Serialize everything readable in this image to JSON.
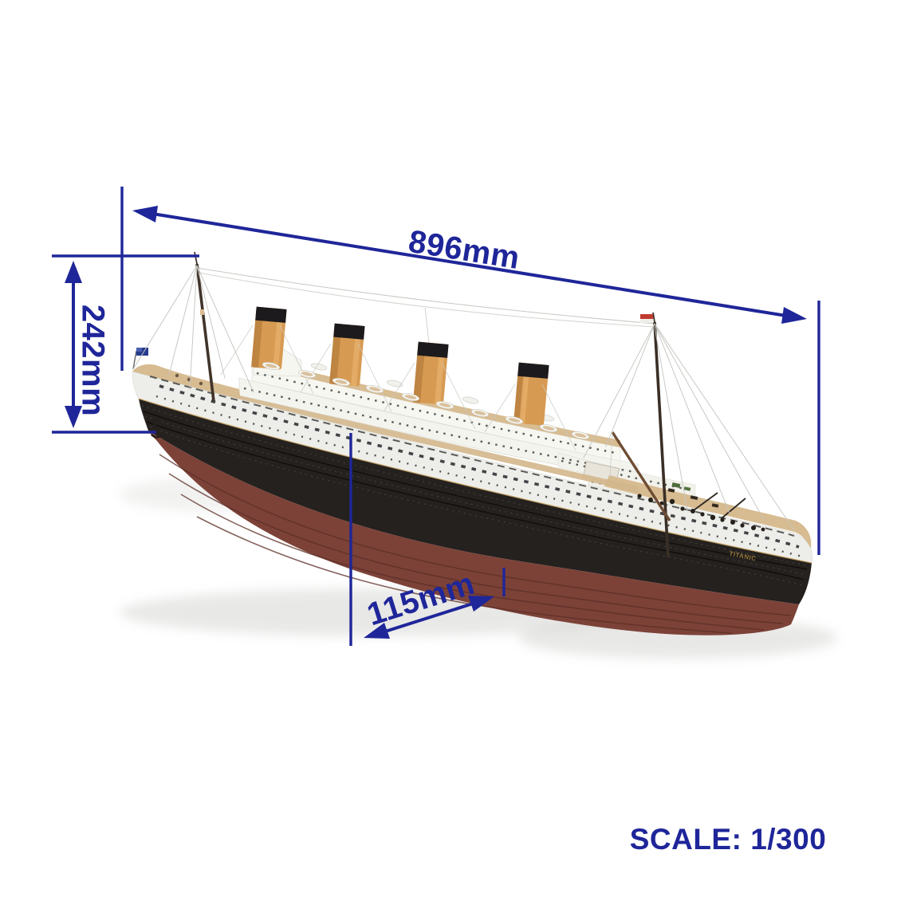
{
  "diagram": {
    "type": "product-dimension-diagram",
    "subject": "Titanic model ship",
    "labels": {
      "length": "896mm",
      "height": "242mm",
      "beam": "115mm",
      "scale": "SCALE: 1/300"
    },
    "ship": {
      "hull_name": "TITANIC"
    },
    "colors": {
      "background": "#ffffff",
      "annotation_blue": "#1f2699",
      "hull_upper_white": "#edeee9",
      "hull_black_band": "#24211f",
      "hull_antifouling_red": "#7c4238",
      "funnel_tan": "#d79a52",
      "funnel_cap_black": "#1c1a1d",
      "deck_wood": "#d7bb91",
      "superstructure_white": "#f4f4ef"
    }
  }
}
